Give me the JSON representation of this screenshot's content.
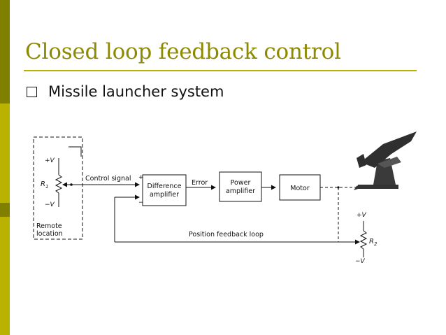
{
  "slide": {
    "title": "Closed loop feedback control",
    "bullet": "Missile launcher system"
  },
  "diagram": {
    "plus_v_left": "+V",
    "r1_label": "R",
    "r1_sub": "1",
    "minus_v_left": "−V",
    "remote_location_line1": "Remote",
    "remote_location_line2": "location",
    "control_signal": "Control signal",
    "plus_sign": "+",
    "minus_sign": "−",
    "difference_amp_line1": "Difference",
    "difference_amp_line2": "amplifier",
    "error_label": "Error",
    "power_amp_line1": "Power",
    "power_amp_line2": "amplifier",
    "motor_label": "Motor",
    "position_feedback_loop": "Position feedback loop",
    "plus_v_right": "+V",
    "r2_label": "R",
    "r2_sub": "2",
    "minus_v_right": "−V"
  },
  "colors": {
    "accent_bar": "#b9b300",
    "accent_dark": "#7f8000",
    "title_color": "#8e8a00"
  }
}
